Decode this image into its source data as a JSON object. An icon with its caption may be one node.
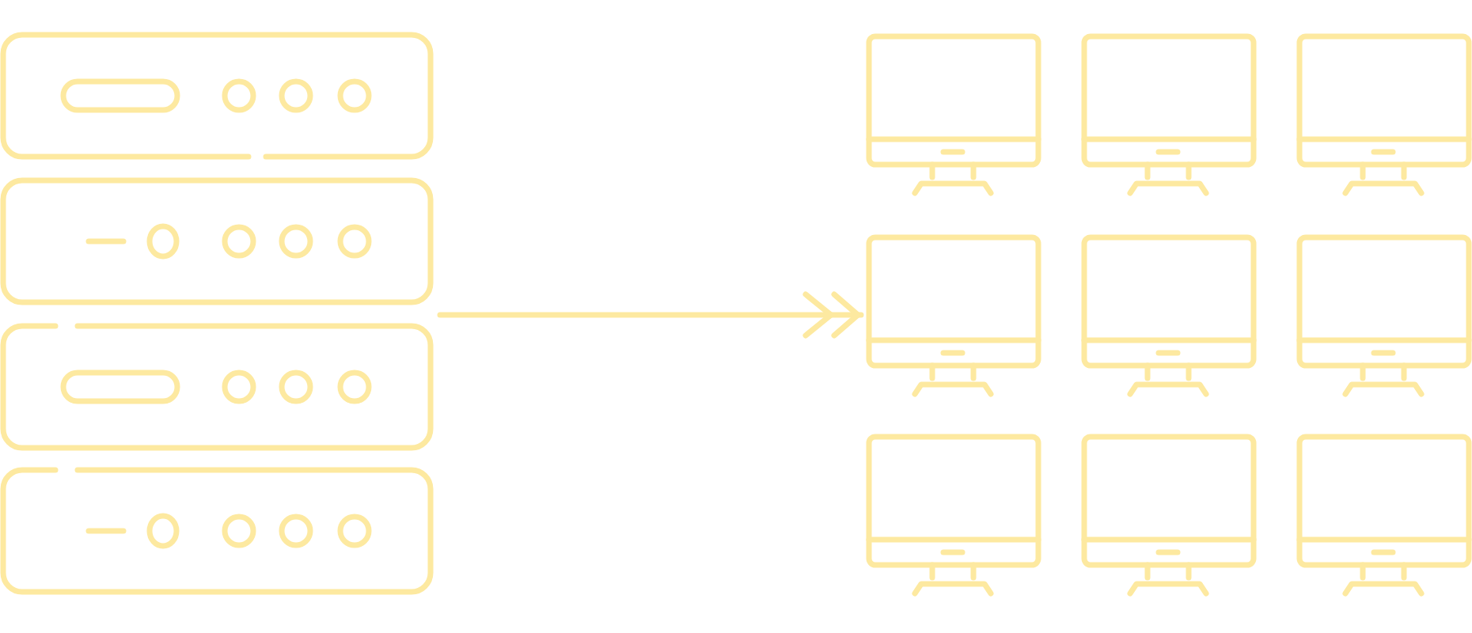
{
  "diagram": {
    "nodes": [
      {
        "text": [],
        "shape": "picture"
      },
      {
        "text": [],
        "shape": "picture"
      },
      {
        "text": [],
        "shape": "picture"
      },
      {
        "text": [],
        "shape": "picture"
      },
      {
        "text": [],
        "shape": "picture"
      },
      {
        "text": [],
        "shape": "picture"
      },
      {
        "text": [],
        "shape": "picture"
      },
      {
        "text": [],
        "shape": "picture"
      },
      {
        "text": [],
        "shape": "picture"
      },
      {
        "text": [],
        "shape": "picture"
      }
    ],
    "edges": [
      {
        "from": 0,
        "to": 4,
        "arrow": "to"
      }
    ]
  }
}
